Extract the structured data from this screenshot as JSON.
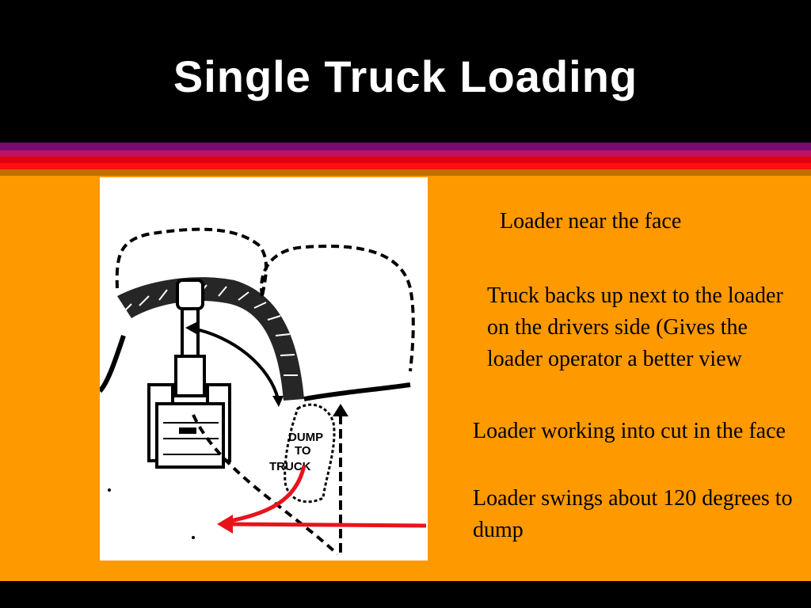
{
  "slide": {
    "title": "Single Truck Loading"
  },
  "diagram": {
    "label_line1": "DUMP",
    "label_line2": "TO",
    "label_line3": "TRUCK"
  },
  "bullets": {
    "b1": "Loader near the face",
    "b2": "Truck backs up next to the loader on the drivers side (Gives the loader operator a better view",
    "b3": "Loader working into cut in the face",
    "b4": "Loader swings about 120 degrees to dump"
  },
  "colors": {
    "background": "#ff9900",
    "title_band": "#000000",
    "title_text": "#ffffff",
    "arrow_red": "#e8141c",
    "stripes": [
      "#7a0a6e",
      "#c01060",
      "#e00010",
      "#ff1010",
      "#c07000"
    ]
  }
}
